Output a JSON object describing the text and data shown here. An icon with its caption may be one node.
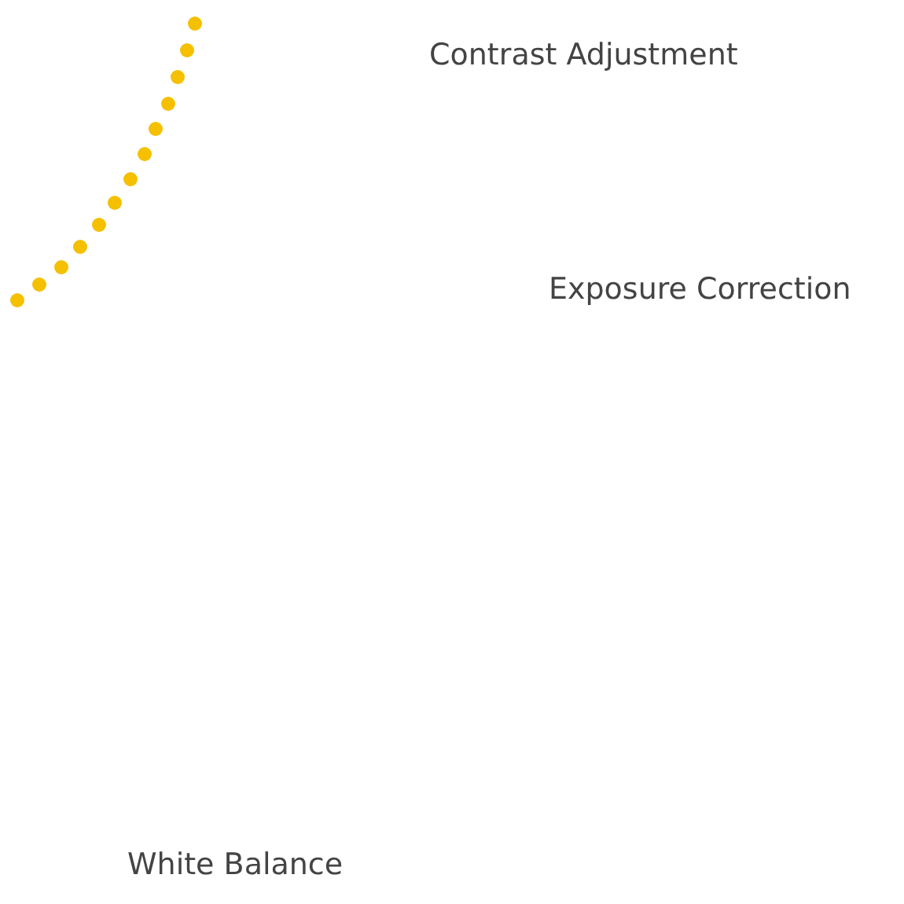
{
  "diagram": {
    "labels": [
      "Contrast Adjustment",
      "Exposure Correction",
      "White Balance"
    ]
  }
}
